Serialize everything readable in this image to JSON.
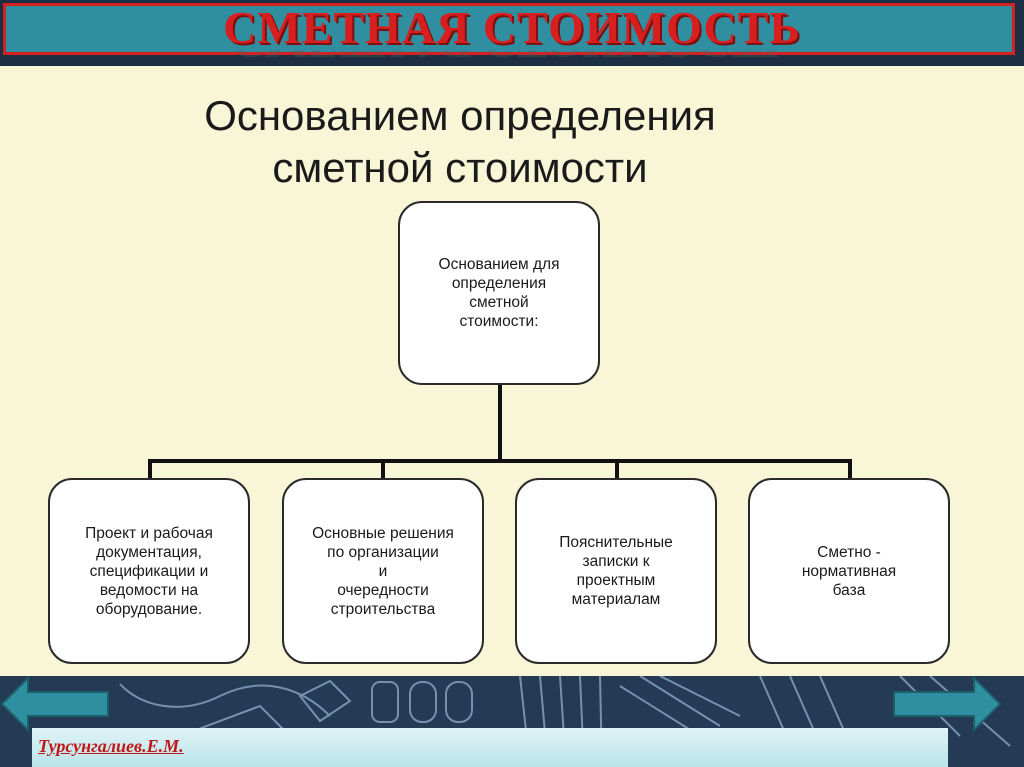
{
  "title": "СМЕТНАЯ СТОИМОСТЬ",
  "heading": {
    "line1": "Основанием определения",
    "line2": "сметной стоимости"
  },
  "diagram": {
    "root": "Основанием для\nопределения\nсметной\nстоимости:",
    "children": [
      "Проект и рабочая\nдокументация,\nспецификации и\nведомости на\nоборудование.",
      "Основные решения\nпо организации\nи\nочередности\nстроительства",
      "Пояснительные\nзаписки к\nпроектным\nматериалам",
      "Сметно -\nнормативная\nбаза"
    ]
  },
  "footer": {
    "author": "Турсунгалиев.Е.М.",
    "prev_icon": "arrow-left-icon",
    "next_icon": "arrow-right-icon"
  },
  "colors": {
    "title_text": "#d81f1f",
    "title_bar": "#2f8fa0",
    "panel": "#f9f6d8",
    "nav_arrow": "#2f8fa0"
  }
}
